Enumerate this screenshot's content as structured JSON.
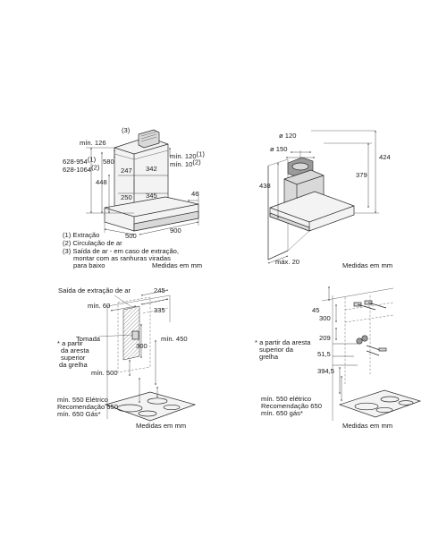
{
  "fig1": {
    "label_3": "(3)",
    "min126": "mín. 126",
    "h628_954": "628-954",
    "h628_954_sup": "(1)",
    "h628_1064": "628-1064",
    "h628_1064_sup": "(2)",
    "d580": "580",
    "d247": "247",
    "d342": "342",
    "min120": "mín. 120",
    "min120_sup": "(1)",
    "min10": "mín. 10",
    "min10_sup": "(2)",
    "d448": "448",
    "d250": "250",
    "d345": "345",
    "d46": "46",
    "d500": "500",
    "d900": "900",
    "legend1": "(1) Extração",
    "legend2": "(2) Circulação de ar",
    "legend3a": "(3) Saída de ar - em caso de extração,",
    "legend3b": "montar com as ranhuras viradas",
    "legend3c": "para baixo",
    "units": "Medidas em mm"
  },
  "fig2": {
    "dia120": "ø 120",
    "dia150": "ø 150",
    "d424": "424",
    "d379": "379",
    "d438": "438",
    "max20": "máx. 20",
    "units": "Medidas em mm"
  },
  "fig3": {
    "outlet": "Saída de extração de ar",
    "min60": "mín. 60",
    "d245": "245",
    "d335": "335",
    "tomada": "Tomada",
    "min450": "mín. 450",
    "d300": "300",
    "note1": "* a partir",
    "note2": "da aresta",
    "note3": "superior",
    "note4": "da grelha",
    "min500": "mín. 500",
    "min550": "mín. 550 Elétrico",
    "rec650": "Recomendação 650",
    "min650": "mín. 650 Gás*",
    "units": "Medidas em mm"
  },
  "fig4": {
    "d45": "45",
    "d300": "300",
    "d209": "209",
    "d51_5": "51,5",
    "d394_5": "394,5",
    "note1": "* a partir da aresta",
    "note2": "superior da",
    "note3": "grelha",
    "min550": "mín. 550 elétrico",
    "rec650": "Recomendação 650",
    "min650": "mín. 650 gás*",
    "units": "Medidas em mm"
  }
}
